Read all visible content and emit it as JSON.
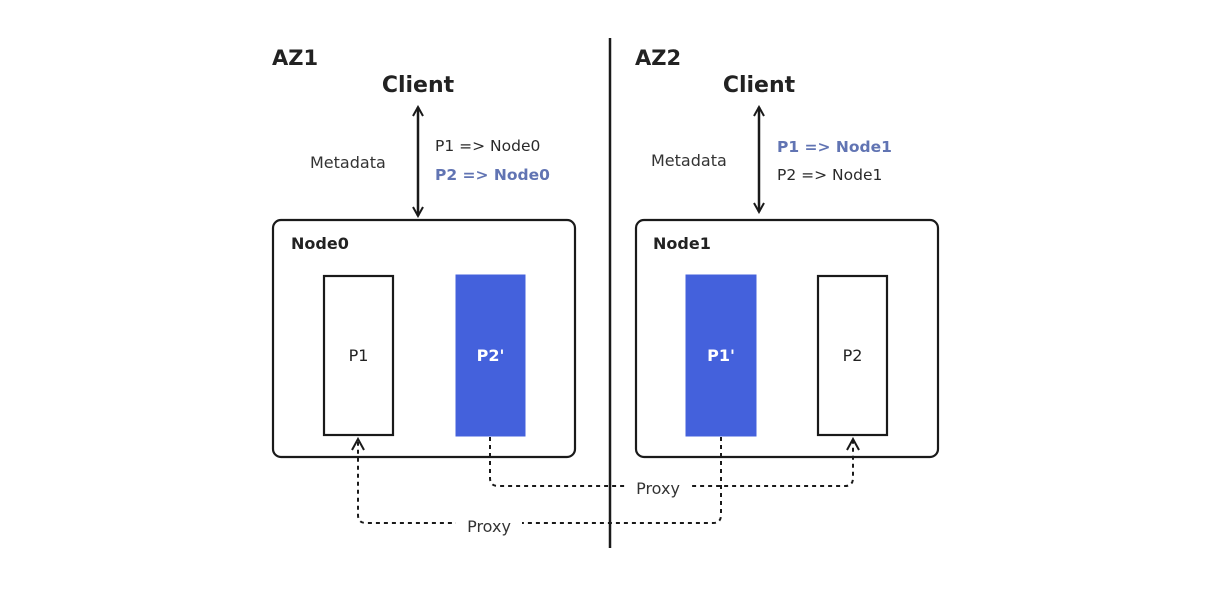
{
  "zones": [
    {
      "label": "AZ1",
      "client_label": "Client",
      "metadata_label": "Metadata",
      "mappings": [
        {
          "text": "P1 => Node0",
          "highlight": false
        },
        {
          "text": "P2 => Node0",
          "highlight": true
        }
      ],
      "node": {
        "label": "Node0",
        "partitions": [
          {
            "label": "P1",
            "kind": "primary"
          },
          {
            "label": "P2'",
            "kind": "replica"
          }
        ]
      }
    },
    {
      "label": "AZ2",
      "client_label": "Client",
      "metadata_label": "Metadata",
      "mappings": [
        {
          "text": "P1 => Node1",
          "highlight": true
        },
        {
          "text": "P2 => Node1",
          "highlight": false
        }
      ],
      "node": {
        "label": "Node1",
        "partitions": [
          {
            "label": "P1'",
            "kind": "replica"
          },
          {
            "label": "P2",
            "kind": "primary"
          }
        ]
      }
    }
  ],
  "proxies": [
    {
      "label": "Proxy",
      "from": "P2'",
      "to": "P2"
    },
    {
      "label": "Proxy",
      "from": "P1'",
      "to": "P1"
    }
  ],
  "colors": {
    "replica_fill": "#4461dc",
    "mapping_highlight": "#6174b3",
    "stroke": "#1a1a1a"
  }
}
